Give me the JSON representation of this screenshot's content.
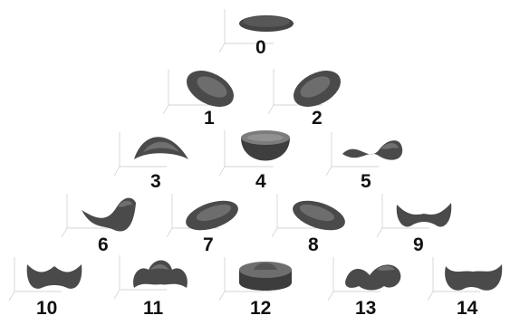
{
  "modes": [
    {
      "label": "0",
      "shape": "disk-flat"
    },
    {
      "label": "1",
      "shape": "disk-tilt-right"
    },
    {
      "label": "2",
      "shape": "disk-tilt-left"
    },
    {
      "label": "3",
      "shape": "arch"
    },
    {
      "label": "4",
      "shape": "bowl"
    },
    {
      "label": "5",
      "shape": "saddle-twist"
    },
    {
      "label": "6",
      "shape": "wave-sheet"
    },
    {
      "label": "7",
      "shape": "tilted-ellipse-left"
    },
    {
      "label": "8",
      "shape": "tilted-ellipse-right"
    },
    {
      "label": "9",
      "shape": "butterfly"
    },
    {
      "label": "10",
      "shape": "double-saddle"
    },
    {
      "label": "11",
      "shape": "multi-lobe"
    },
    {
      "label": "12",
      "shape": "cake"
    },
    {
      "label": "13",
      "shape": "twisted-blob"
    },
    {
      "label": "14",
      "shape": "wavy-cup"
    }
  ],
  "colors": {
    "surface_dark": "#3a3a3a",
    "surface_mid": "#6b6b6b",
    "surface_light": "#9a9a9a",
    "axes": "#c8c8c8",
    "label": "#111111"
  }
}
